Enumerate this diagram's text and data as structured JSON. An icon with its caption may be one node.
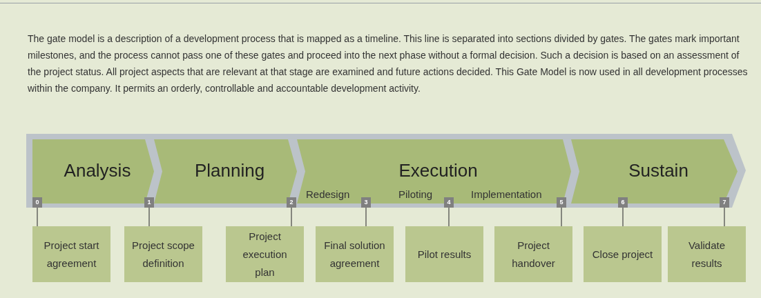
{
  "diagram": {
    "nodes": [
      {
        "text": [
          "Analysis"
        ]
      },
      {
        "text": [
          "Planning"
        ]
      },
      {
        "text": [
          "Execution"
        ]
      },
      {
        "text": [
          "Sustain"
        ]
      },
      {
        "text": [
          "0"
        ]
      },
      {
        "text": [
          "1"
        ]
      },
      {
        "text": [
          "2"
        ]
      },
      {
        "text": [
          "3"
        ]
      },
      {
        "text": [
          "4"
        ]
      },
      {
        "text": [
          "5"
        ]
      },
      {
        "text": [
          "6"
        ]
      },
      {
        "text": [
          "7"
        ]
      },
      {
        "text": [
          "Project start agreement"
        ]
      },
      {
        "text": [
          "Project scope definition"
        ]
      },
      {
        "text": [
          "Project execution plan"
        ]
      },
      {
        "text": [
          "Final solution agreement"
        ]
      },
      {
        "text": [
          "Pilot results"
        ]
      },
      {
        "text": [
          "Project handover"
        ]
      },
      {
        "text": [
          "Close project"
        ]
      },
      {
        "text": [
          "Validate results"
        ]
      }
    ],
    "edges": [
      {
        "from": 4,
        "to": 12,
        "arrow": "none"
      },
      {
        "from": 5,
        "to": 13,
        "arrow": "none"
      },
      {
        "from": 6,
        "to": 14,
        "arrow": "none"
      },
      {
        "from": 7,
        "to": 15,
        "arrow": "none"
      },
      {
        "from": 8,
        "to": 16,
        "arrow": "none"
      },
      {
        "from": 9,
        "to": 17,
        "arrow": "none"
      },
      {
        "from": 10,
        "to": 18,
        "arrow": "none"
      },
      {
        "from": 11,
        "to": 19,
        "arrow": "none"
      }
    ],
    "labels": [
      "The gate model is a description of a development process that is mapped as a timeline. This line is separated into sections divided by gates. The gates mark important milestones, and the process cannot pass one of these gates and proceed into the next phase without a formal decision. Such a decision is based on an assessment of the project status. All project aspects that are relevant at that stage are examined and future actions decided. This Gate Model is now used in all development processes within the company. It permits an orderly, controllable and accountable development activity.",
      "Redesign",
      "Piloting",
      "Implementation"
    ]
  }
}
